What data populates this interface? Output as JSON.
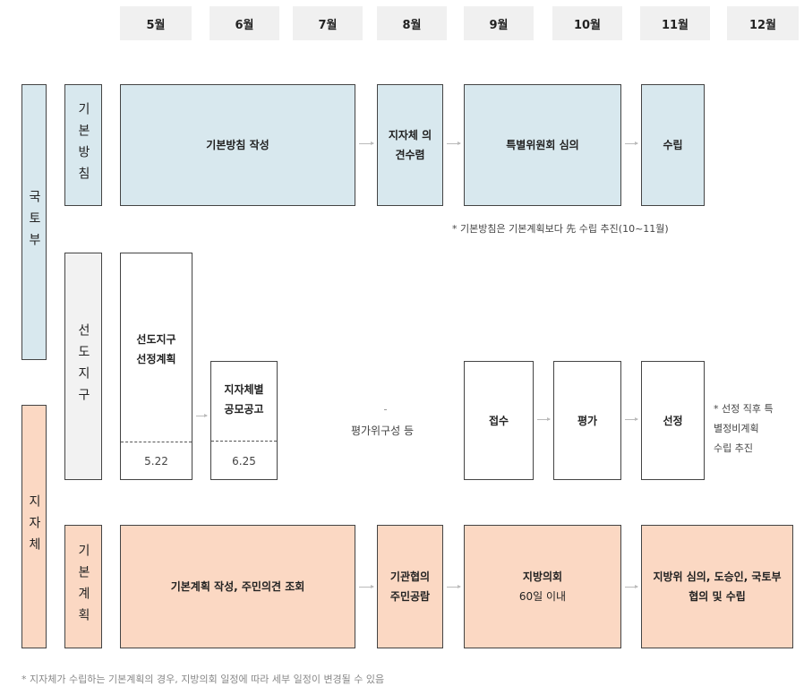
{
  "months": [
    "5월",
    "6월",
    "7월",
    "8월",
    "9월",
    "10월",
    "11월",
    "12월"
  ],
  "org_labels": {
    "molit": "국토부",
    "local_gov": "지자체"
  },
  "row_labels": {
    "basic_policy": "기본방침",
    "leading_district": "선도지구",
    "basic_plan": "기본계획"
  },
  "basic_policy_row": {
    "draft": "기본방침 작성",
    "local_opinion": "지자체 의\n견수렴",
    "committee": "특별위원회 심의",
    "establish": "수립",
    "note": "* 기본방침은 기본계획보다 先 수립 추진(10~11월)"
  },
  "leading_district_row": {
    "selection_plan": "선도지구\n선정계획",
    "selection_plan_date": "5.22",
    "public_notice": "지자체별\n공모공고",
    "public_notice_date": "6.25",
    "eval_committee": "평가위구성 등",
    "receipt": "접수",
    "evaluation": "평가",
    "selection": "선정",
    "note": "* 선정 직후 특\n별정비계획\n수립 추진"
  },
  "basic_plan_row": {
    "draft": "기본계획 작성, 주민의견 조회",
    "consult_title": "기관협의",
    "consult_sub": "주민공람",
    "council_title": "지방의회",
    "council_sub": "60일 이내",
    "final": "지방위 심의, 도승인, 국토부\n협의 및 수립"
  },
  "footer_note": "* 지자체가 수립하는 기본계획의 경우, 지방의회 일정에 따라 세부 일정이 변경될 수 있음"
}
